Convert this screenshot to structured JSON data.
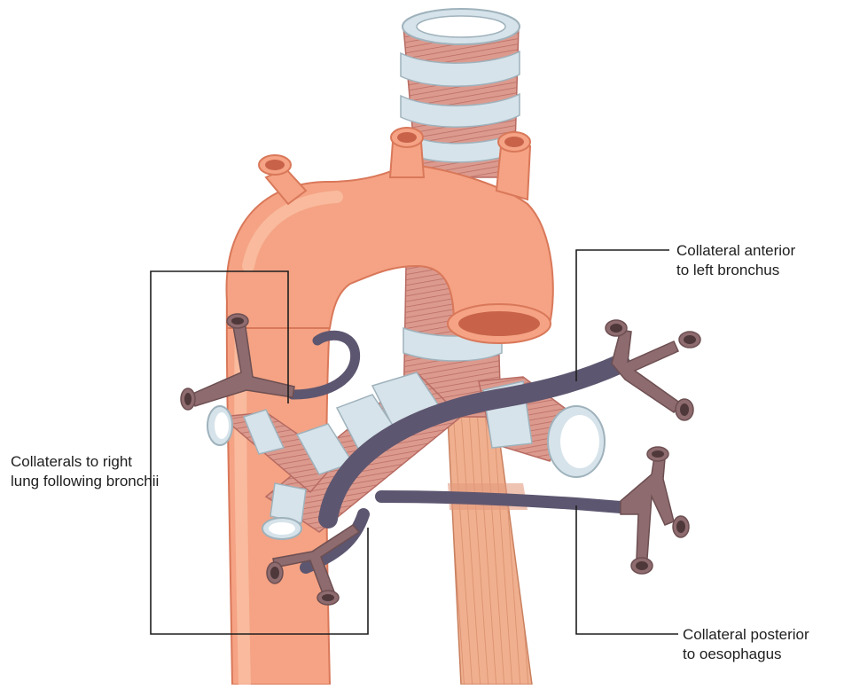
{
  "labels": {
    "collateral_anterior": {
      "line1": "Collateral anterior",
      "line2": "to left bronchus"
    },
    "collateral_posterior": {
      "line1": "Collateral posterior",
      "line2": "to oesophagus"
    },
    "collaterals_right": {
      "line1": "Collaterals to right",
      "line2": "lung following bronchii"
    }
  },
  "colors": {
    "aorta": "#f5a384",
    "aorta_dark": "#d9785a",
    "aorta_light": "#fbc3a8",
    "trachea_ring": "#d6e3ea",
    "trachea_muscle": "#d9918a",
    "oesophagus": "#f0b08f",
    "collateral_purple": "#5d5670",
    "branch_mauve": "#8e6b6e",
    "leader_line": "#1e1e1e"
  }
}
